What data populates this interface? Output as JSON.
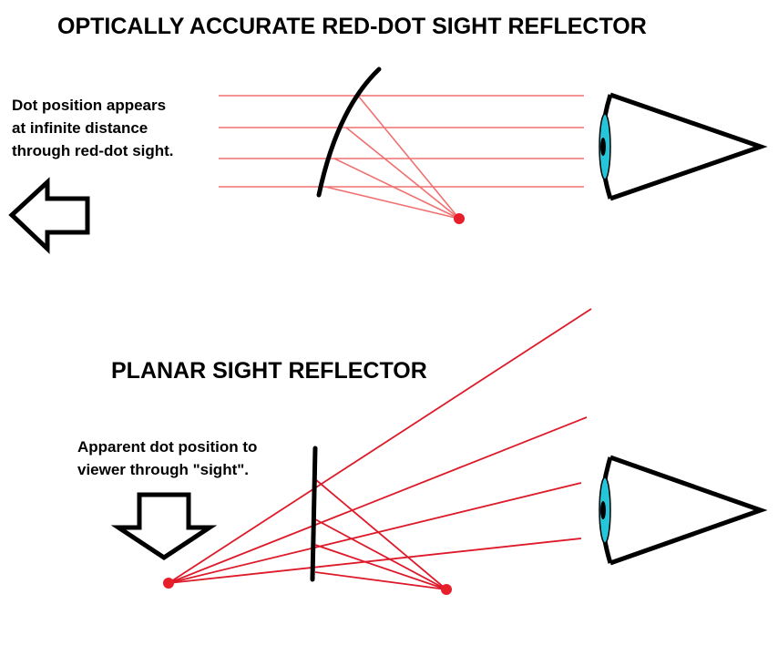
{
  "top": {
    "title": "OPTICALLY ACCURATE RED-DOT SIGHT REFLECTOR",
    "caption_lines": [
      "Dot position appears",
      "at infinite distance",
      "through red-dot sight."
    ]
  },
  "bottom": {
    "title": "PLANAR SIGHT REFLECTOR",
    "caption_lines": [
      "Apparent dot position to",
      "viewer through \"sight\"."
    ]
  },
  "icons": {
    "left_arrow": "arrow-left-icon",
    "down_arrow": "arrow-down-icon",
    "eye": "eye-icon",
    "led": "red-dot-icon"
  },
  "colors": {
    "ray_top": "#f07070",
    "ray_bottom": "#dd1a2a",
    "dot": "#e61f2b",
    "eye_lens": "#26c6da",
    "outline": "#000000",
    "background": "#ffffff"
  }
}
